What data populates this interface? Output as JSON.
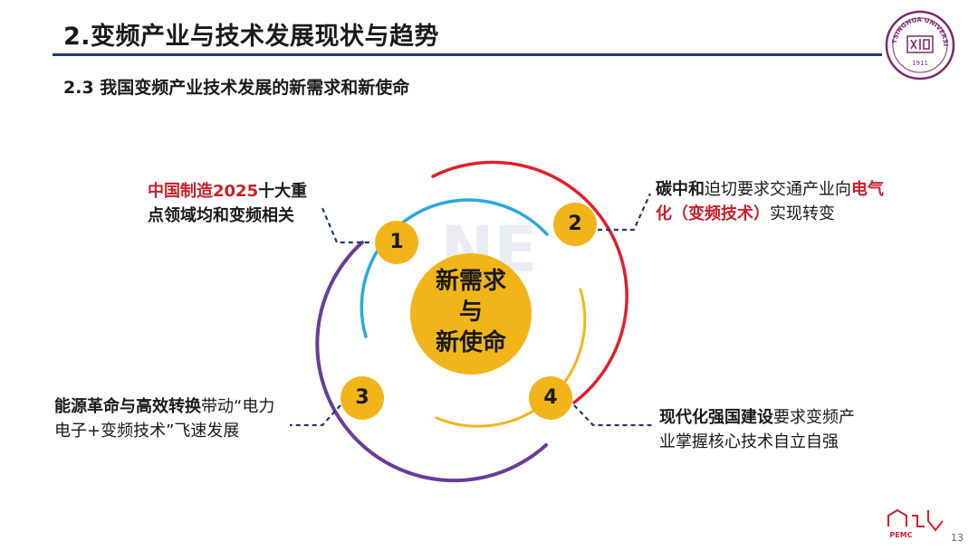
{
  "slide": {
    "title": "2.变频产业与技术发展现状与趋势",
    "subtitle": "2.3 我国变频产业技术发展的新需求和新使命",
    "page_number": "13"
  },
  "seal": {
    "text_top": "TSINGHUA UNIVERSITY",
    "year": "1911",
    "icon": "university-seal-icon",
    "color": "#7a2a6e"
  },
  "logo": {
    "text": "PEMC",
    "color": "#d4202a"
  },
  "watermark": "NE",
  "center": {
    "line1": "新需求",
    "line2": "与",
    "line3": "新使命"
  },
  "nodes": [
    {
      "num": "1",
      "callout": [
        {
          "text": "中国制造2025",
          "style": "red"
        },
        {
          "text": "十大重",
          "style": "dark"
        },
        {
          "text": "点领域均和变频相关",
          "style": "dark"
        }
      ]
    },
    {
      "num": "2",
      "callout": [
        {
          "text": "碳中和",
          "style": "dark"
        },
        {
          "text": "迫切要求交通产业向",
          "style": "plain"
        },
        {
          "text": "电气",
          "style": "red"
        },
        {
          "text": "化（变频技术）",
          "style": "red"
        },
        {
          "text": "实现转变",
          "style": "plain"
        }
      ]
    },
    {
      "num": "3",
      "callout": [
        {
          "text": "能源革命与高效转换",
          "style": "dark"
        },
        {
          "text": "带动“电力",
          "style": "plain"
        },
        {
          "text": "电子+变频技术”飞速发展",
          "style": "plain"
        }
      ]
    },
    {
      "num": "4",
      "callout": [
        {
          "text": "现代化强国建设",
          "style": "dark"
        },
        {
          "text": "要求变频产",
          "style": "plain"
        },
        {
          "text": "业掌握核心技术自立自强",
          "style": "plain"
        }
      ]
    }
  ],
  "colors": {
    "accent_gold": "#f2b519",
    "ring_red": "#e0202a",
    "ring_blue": "#2aa8e0",
    "ring_purple": "#6a3d9a",
    "ring_gold": "#f2b519",
    "rule_blue": "#1f3a7a",
    "dash_navy": "#1f3a6a"
  }
}
